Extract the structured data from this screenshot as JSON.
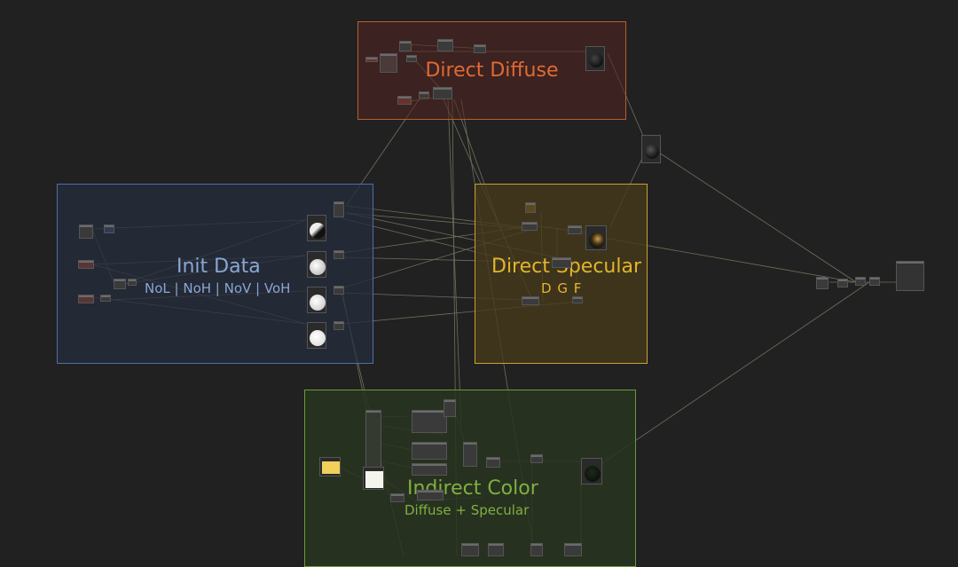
{
  "groups": {
    "direct_diffuse": {
      "title": "Direct Diffuse",
      "color": "#e06a34"
    },
    "init_data": {
      "title": "Init Data",
      "subtitle": "NoL | NoH | NoV | VoH",
      "color": "#8aa6d4"
    },
    "direct_specular": {
      "title": "Direct Specular",
      "subtitle": "D G F",
      "color": "#e2b52c"
    },
    "indirect_color": {
      "title": "Indirect Color",
      "subtitle": "Diffuse + Specular",
      "color": "#7fb042"
    }
  },
  "colors": {
    "canvas": "#212121",
    "wire": "#8a8a70",
    "node": "#3a3a3a"
  }
}
